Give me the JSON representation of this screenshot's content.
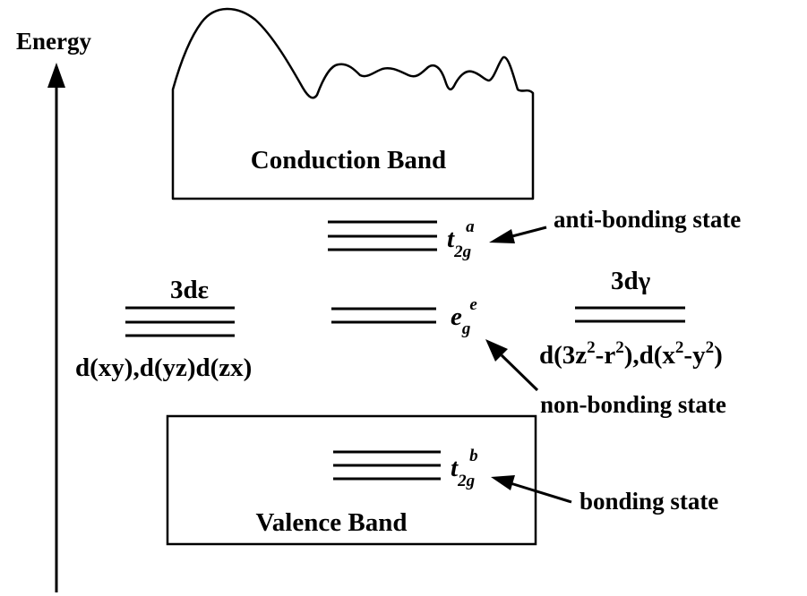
{
  "axis": {
    "label": "Energy"
  },
  "bands": {
    "conduction": "Conduction Band",
    "valence": "Valence Band"
  },
  "levels": {
    "t2g_a": {
      "main": "t",
      "sub": "2g",
      "sup": "a",
      "annotation": "anti-bonding state"
    },
    "eg_e": {
      "main": "e",
      "sub": "g",
      "sup": "e",
      "annotation": "non-bonding state"
    },
    "t2g_b": {
      "main": "t",
      "sub": "2g",
      "sup": "b",
      "annotation": "bonding state"
    }
  },
  "orbitals": {
    "d_epsilon": {
      "title": "3dε",
      "label": "d(xy),d(yz)d(zx)"
    },
    "d_gamma": {
      "title": "3dγ",
      "label_parts": [
        "d(3z",
        "2",
        "-r",
        "2",
        "),d(x",
        "2",
        "-y",
        "2",
        ")"
      ]
    }
  },
  "colors": {
    "ink": "#000000",
    "background": "#ffffff"
  }
}
